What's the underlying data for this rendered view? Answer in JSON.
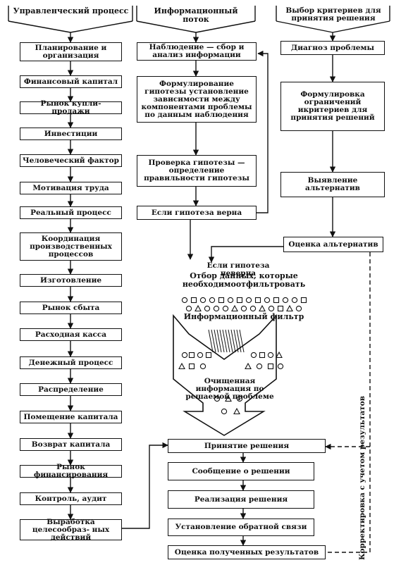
{
  "headers": {
    "col1": "Управленческий процесс",
    "col2": "Информационный поток",
    "col3": "Выбор критериев для принятия решения"
  },
  "left_column": [
    "Планирование и организация",
    "Финансовый капитал",
    "Рынок купли-продажи",
    "Инвестиции",
    "Человеческий фактор",
    "Мотивация труда",
    "Реальный процесс",
    "Координация производственных процессов",
    "Изготовление",
    "Рынок сбыта",
    "Расходная касса",
    "Денежный процесс",
    "Распределение",
    "Помещение капитала",
    "Возврат капитала",
    "Рынок финансирования",
    "Контроль, аудит",
    "Выработка целесообраз- ных действий"
  ],
  "middle_column": {
    "observation": "Наблюдение — сбор и анализ информации",
    "hypothesis": "Формулирование гипотезы установление зависимости между компонентами проблемы по данным наблюдения",
    "check": "Проверка гипотезы — определение правильности гипотезы",
    "if_true": "Если гипотеза верна",
    "if_false": "Если гипотеза неверна",
    "filter_top": "Отбор данных, которые необходимоотфильтровать",
    "filter_label": "Информационный фильтр",
    "filter_bottom": "Очищенная информация по решаемой проблеме"
  },
  "right_column": [
    "Диагноз проблемы",
    "Формулировка ограничений икритериев для принятия решений",
    "Выявление альтернатив",
    "Оценка альтернатив"
  ],
  "bottom_column": [
    "Принятие решения",
    "Сообщение о решении",
    "Реализация решения",
    "Установление обратной связи",
    "Оценка полученных результатов"
  ],
  "side_label": "Корректировка с учетом результатов"
}
